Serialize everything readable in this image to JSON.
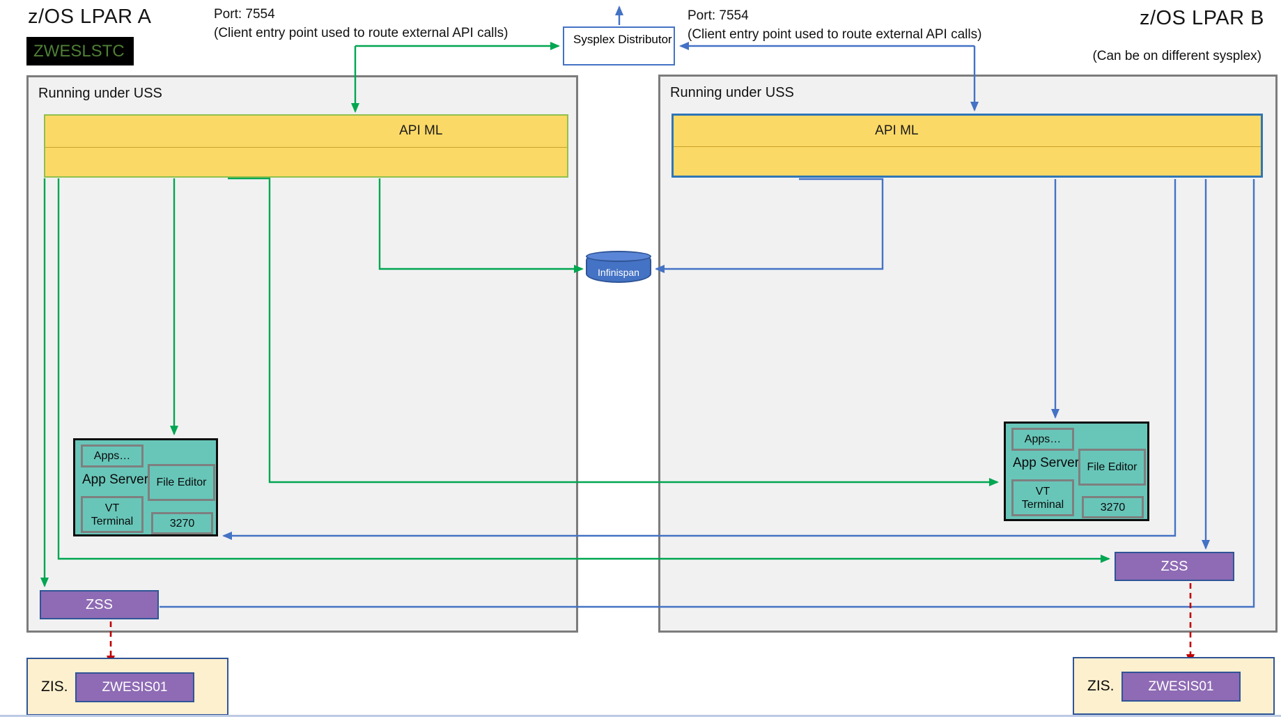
{
  "colors": {
    "green_arrow": "#00A650",
    "blue_arrow": "#4472C4",
    "red_arrow": "#C00000",
    "apiml_fill": "#FBD967",
    "apiml_border_a": "#8FC04D",
    "apiml_border_b": "#2E75B6",
    "apiml_divider": "#C9A227",
    "teal_fill": "#68C6B9",
    "purple_fill": "#8E6BB4",
    "navy_border": "#2F5496",
    "cream_fill": "#FDF0CE",
    "uss_fill": "#F1F1F2",
    "uss_border": "#7C7C7C",
    "sysplex_border": "#4472C4",
    "zweslstc_bg": "#000000",
    "zweslstc_text": "#4F7F35"
  },
  "header": {
    "lpar_a_title": "z/OS LPAR A",
    "lpar_b_title": "z/OS LPAR B",
    "lpar_b_subtitle": "(Can be on different sysplex)",
    "zweslstc_label": "ZWESLSTC",
    "port_note_left": {
      "line1": "Port: 7554",
      "line2": "(Client entry point used to route external API calls)"
    },
    "port_note_right": {
      "line1": "Port: 7554",
      "line2": "(Client entry point used to route external API calls)"
    },
    "sysplex_distributor_label": "Sysplex Distributor"
  },
  "shared": {
    "infinispan_label": "Infinispan"
  },
  "lpar_a": {
    "uss_label": "Running under USS",
    "apiml_label": "API ML",
    "app_server": {
      "title": "App Server",
      "apps_label": "Apps…",
      "file_editor_label": "File Editor",
      "vt_terminal_label": "VT Terminal",
      "terminal_3270_label": "3270"
    },
    "zss_label": "ZSS",
    "zis": {
      "label": "ZIS.",
      "zwesis_label": "ZWESIS01"
    }
  },
  "lpar_b": {
    "uss_label": "Running under USS",
    "apiml_label": "API ML",
    "app_server": {
      "title": "App Server",
      "apps_label": "Apps…",
      "file_editor_label": "File Editor",
      "vt_terminal_label": "VT Terminal",
      "terminal_3270_label": "3270"
    },
    "zss_label": "ZSS",
    "zis": {
      "label": "ZIS.",
      "zwesis_label": "ZWESIS01"
    }
  }
}
